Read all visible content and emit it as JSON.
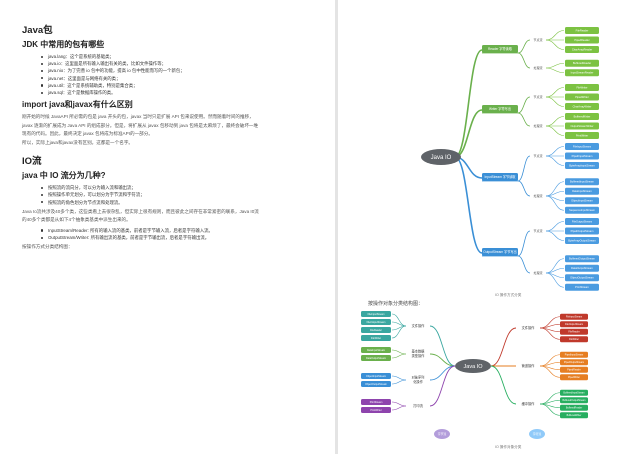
{
  "left": {
    "title": "Java包",
    "sec1_heading": "JDK 中常用的包有哪些",
    "packages": [
      "java.lang：这个是系统的基础类；",
      "java.io：这里面是所有输入输出有关的类，比如文件操作等；",
      "java.nio：为了完善 io 包中的功能，提高 io 包中性能而写的一个新包；",
      "java.net：这里面是与网络有关的类；",
      "java.util：这个是系统辅助类，特别是集合类；",
      "java.sql：这个是数据库操作的类。"
    ],
    "sec2_heading": "import java和javax有什么区别",
    "sec2_paragraphs": [
      "刚开始的时候 JavaAPI 所必需的包是 java 开头的包，javax 当时只是扩展 API 包来说使用。然而随着时间的推移，",
      "javax 逐渐的扩展成为 Java API 的组成部分。但是，将扩展从 javax 包移动到 java 包将是太麻烦了，最终会破坏一堆",
      "现有的代码。因此，最终决定 javax 包将成为标准API的一部分。",
      "所以，实际上java和javax没有区别。这都是一个名字。"
    ],
    "sec3_heading": "IO流",
    "sec4_heading": "java 中 IO 流分为几种?",
    "io_points": [
      "按照流的流向分，可以分为输入流和输出流；",
      "按照操作单元划分，可以划分为字节流和字符流；",
      "按照流的角色划分为节点流和处理流。"
    ],
    "io_paragraphs": [
      "Java Io流共涉及40多个类，这些类看上去很杂乱，但实际上很有规则，而且彼此之间存在非常紧密的联系，Java I0流",
      "的40多个类都是从如下4个抽象类基类中派生出来的。"
    ],
    "io_base_points": [
      "InputStream/Reader: 所有的输入流的基类，前者是字节输入流，后者是字符输入流。",
      "OutputStream/Writer: 所有输出流的基类，前者是字节输出流，后者是字符输出流。"
    ],
    "io_footer": "按操作方式分类结构图："
  },
  "right": {
    "mindmap1": {
      "center": "Java IO",
      "branches": [
        {
          "label": "Reader 字符读取",
          "groups": [
            {
              "label": "节点流",
              "items": [
                "FileReader",
                "PipedReader",
                "CharArrayReader"
              ]
            },
            {
              "label": "处理流",
              "items": [
                "BufferedReader",
                "InputStreamReader"
              ]
            }
          ]
        },
        {
          "label": "Writer 字符写出",
          "groups": [
            {
              "label": "节点流",
              "items": [
                "FileWriter",
                "PipedWriter",
                "CharArrayWriter"
              ]
            },
            {
              "label": "处理流",
              "items": [
                "BufferedWriter",
                "OutputStreamWriter",
                "PrintWriter"
              ]
            }
          ]
        },
        {
          "label": "InputStream 字节读取",
          "groups": [
            {
              "label": "节点流",
              "items": [
                "FileInputStream",
                "PipedInputStream",
                "ByteArrayInputStream"
              ]
            },
            {
              "label": "处理流",
              "items": [
                "BufferedInputStream",
                "DataInputStream",
                "ObjectInputStream",
                "SequenceInputStream"
              ]
            }
          ]
        },
        {
          "label": "OutputStream 字节写出",
          "groups": [
            {
              "label": "节点流",
              "items": [
                "FileOutputStream",
                "PipedOutputStream",
                "ByteArrayOutputStream"
              ]
            },
            {
              "label": "处理流",
              "items": [
                "BufferedOutputStream",
                "DataOutputStream",
                "ObjectOutputStream",
                "PrintStream"
              ]
            }
          ]
        }
      ],
      "caption": "IO 操作方式分类"
    },
    "mid_label": "按操作对象分类结构图：",
    "mindmap2": {
      "center": "Java IO",
      "left": [
        {
          "label": "文件操作",
          "items": [
            "FileInputStream",
            "FileOutputStream",
            "FileReader",
            "FileWriter"
          ]
        },
        {
          "label": "基本数据类型操作",
          "items": [
            "DataInputStream",
            "DataOutputStream"
          ]
        },
        {
          "label": "对象序列化操作",
          "items": [
            "ObjectInputStream",
            "ObjectOutputStream"
          ]
        },
        {
          "label": "打印流",
          "items": [
            "PrintStream",
            "PrintWriter"
          ]
        }
      ],
      "right": [
        {
          "label": "文件操作",
          "items": [
            "FileInputStream",
            "FileOutputStream",
            "FileReader",
            "FileWriter"
          ]
        },
        {
          "label": "管道操作",
          "items": [
            "PipedInputStream",
            "PipedOutputStream",
            "PipedReader",
            "PipedWriter"
          ]
        },
        {
          "label": "缓冲操作",
          "items": [
            "BufferedInputStream",
            "BufferedOutputStream",
            "BufferedReader",
            "BufferedWriter"
          ]
        }
      ],
      "bottom": [
        "字节流",
        "字符流"
      ],
      "caption": "IO 操作对象分类"
    }
  }
}
